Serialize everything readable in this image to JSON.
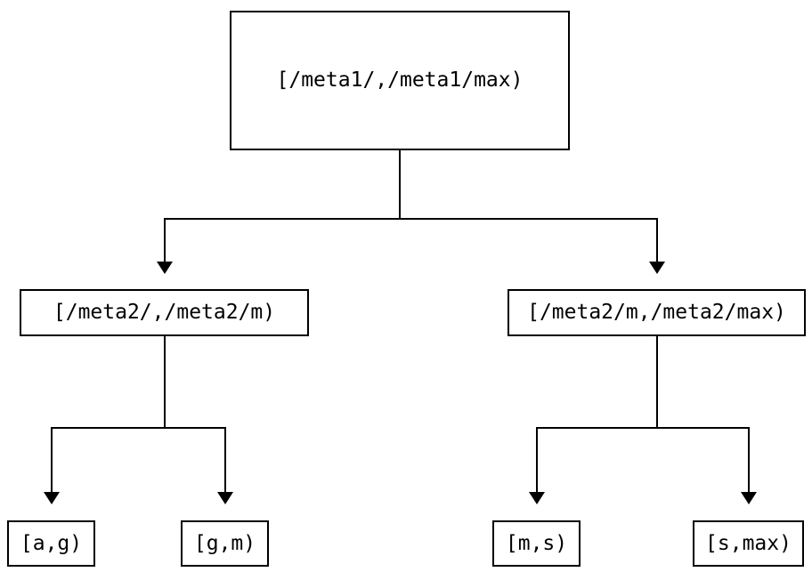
{
  "diagram": {
    "type": "tree",
    "colors": {
      "background": "#ffffff",
      "line": "#000000",
      "text": "#000000"
    },
    "nodes": {
      "root": {
        "label": "[/meta1/,/meta1/max)"
      },
      "meta2_low": {
        "label": "[/meta2/,/meta2/m)"
      },
      "meta2_high": {
        "label": "[/meta2/m,/meta2/max)"
      },
      "leaf_a_g": {
        "label": "[a,g)"
      },
      "leaf_g_m": {
        "label": "[g,m)"
      },
      "leaf_m_s": {
        "label": "[m,s)"
      },
      "leaf_s_max": {
        "label": "[s,max)"
      }
    },
    "edges": [
      {
        "from": "root",
        "to": "meta2_low"
      },
      {
        "from": "root",
        "to": "meta2_high"
      },
      {
        "from": "meta2_low",
        "to": "leaf_a_g"
      },
      {
        "from": "meta2_low",
        "to": "leaf_g_m"
      },
      {
        "from": "meta2_high",
        "to": "leaf_m_s"
      },
      {
        "from": "meta2_high",
        "to": "leaf_s_max"
      }
    ]
  }
}
